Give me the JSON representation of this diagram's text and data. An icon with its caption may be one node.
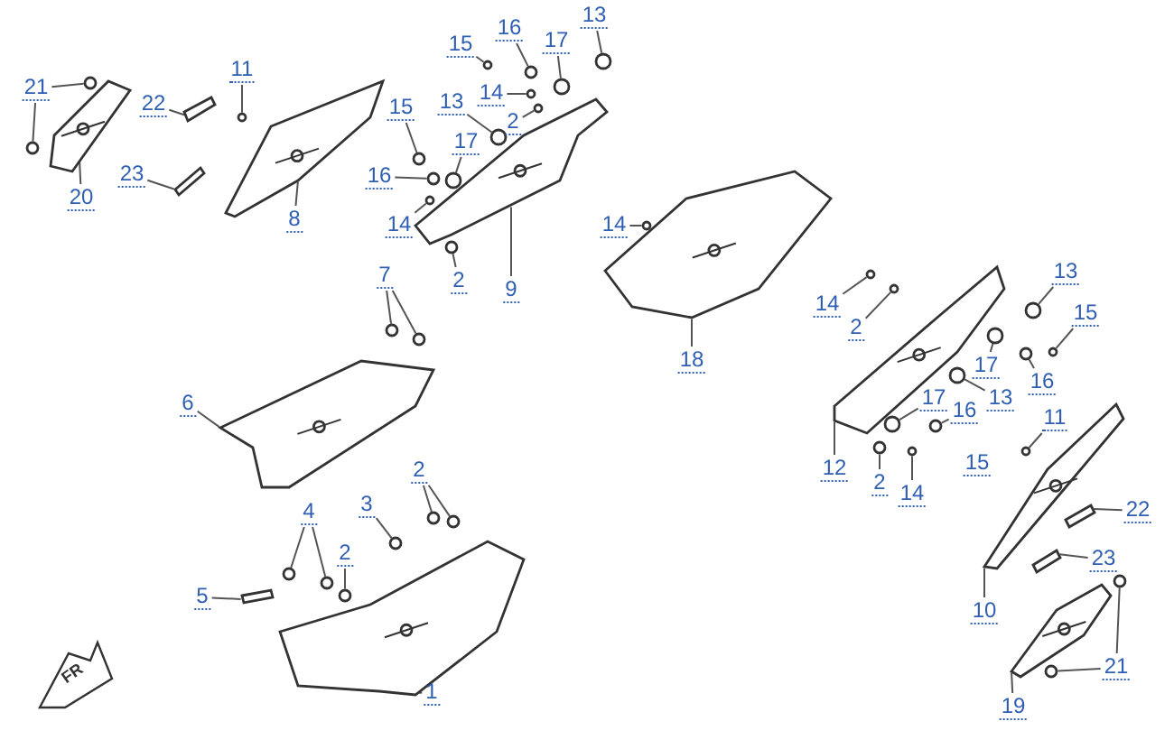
{
  "diagram": {
    "nodes": [
      {
        "text": [
          "21"
        ]
      },
      {
        "text": [
          "22"
        ]
      },
      {
        "text": [
          "11"
        ]
      },
      {
        "text": [
          "20"
        ]
      },
      {
        "text": [
          "23"
        ]
      },
      {
        "text": [
          "8"
        ]
      },
      {
        "text": [
          "15"
        ]
      },
      {
        "text": [
          "16"
        ]
      },
      {
        "text": [
          "17"
        ]
      },
      {
        "text": [
          "13"
        ]
      },
      {
        "text": [
          "14"
        ]
      },
      {
        "text": [
          "2"
        ]
      },
      {
        "text": [
          "15"
        ]
      },
      {
        "text": [
          "13"
        ]
      },
      {
        "text": [
          "17"
        ]
      },
      {
        "text": [
          "16"
        ]
      },
      {
        "text": [
          "14"
        ]
      },
      {
        "text": [
          "2"
        ]
      },
      {
        "text": [
          "9"
        ]
      },
      {
        "text": [
          "14"
        ]
      },
      {
        "text": [
          "18"
        ]
      },
      {
        "text": [
          "7"
        ]
      },
      {
        "text": [
          "13"
        ]
      },
      {
        "text": [
          "15"
        ]
      },
      {
        "text": [
          "14"
        ]
      },
      {
        "text": [
          "2"
        ]
      },
      {
        "text": [
          "17"
        ]
      },
      {
        "text": [
          "16"
        ]
      },
      {
        "text": [
          "17"
        ]
      },
      {
        "text": [
          "13"
        ]
      },
      {
        "text": [
          "16"
        ]
      },
      {
        "text": [
          "12"
        ]
      },
      {
        "text": [
          "2"
        ]
      },
      {
        "text": [
          "14"
        ]
      },
      {
        "text": [
          "11"
        ]
      },
      {
        "text": [
          "6"
        ]
      },
      {
        "text": [
          "4"
        ]
      },
      {
        "text": [
          "3"
        ]
      },
      {
        "text": [
          "2"
        ]
      },
      {
        "text": [
          "2"
        ]
      },
      {
        "text": [
          "5"
        ]
      },
      {
        "text": [
          "22"
        ]
      },
      {
        "text": [
          "23"
        ]
      },
      {
        "text": [
          "10"
        ]
      },
      {
        "text": [
          "21"
        ]
      },
      {
        "text": [
          "1"
        ]
      },
      {
        "text": [
          "19"
        ]
      },
      {
        "text": [],
        "shape": "picture"
      },
      {
        "text": [],
        "shape": "bar"
      },
      {
        "text": [],
        "shape": "bar"
      },
      {
        "text": [],
        "shape": "picture"
      },
      {
        "text": [],
        "shape": "picture"
      },
      {
        "text": [],
        "shape": "picture"
      },
      {
        "text": [],
        "shape": "picture"
      },
      {
        "text": [],
        "shape": "picture"
      },
      {
        "text": [],
        "shape": "picture"
      },
      {
        "text": [],
        "shape": "picture"
      },
      {
        "text": [],
        "shape": "bar"
      },
      {
        "text": [],
        "shape": "bar"
      },
      {
        "text": [],
        "shape": "picture"
      },
      {
        "text": [],
        "shape": "bar"
      },
      {
        "text": [],
        "shape": "circle"
      },
      {
        "text": [],
        "shape": "circle"
      },
      {
        "text": [],
        "shape": "circle"
      },
      {
        "text": [],
        "shape": "circle"
      },
      {
        "text": [],
        "shape": "circle"
      },
      {
        "text": [],
        "shape": "circle"
      },
      {
        "text": [],
        "shape": "circle"
      },
      {
        "text": [],
        "shape": "circle"
      },
      {
        "text": [],
        "shape": "circle"
      },
      {
        "text": [],
        "shape": "circle"
      },
      {
        "text": [],
        "shape": "circle"
      },
      {
        "text": [],
        "shape": "circle"
      },
      {
        "text": [],
        "shape": "circle"
      },
      {
        "text": [],
        "shape": "circle"
      },
      {
        "text": [],
        "shape": "circle"
      },
      {
        "text": [],
        "shape": "circle"
      },
      {
        "text": [],
        "shape": "circle"
      },
      {
        "text": [],
        "shape": "circle"
      },
      {
        "text": [],
        "shape": "circle"
      },
      {
        "text": [],
        "shape": "circle"
      },
      {
        "text": [],
        "shape": "circle"
      },
      {
        "text": [],
        "shape": "circle"
      },
      {
        "text": [],
        "shape": "circle"
      },
      {
        "text": [],
        "shape": "circle"
      },
      {
        "text": [],
        "shape": "circle"
      },
      {
        "text": [],
        "shape": "circle"
      },
      {
        "text": [],
        "shape": "circle"
      },
      {
        "text": [],
        "shape": "circle"
      },
      {
        "text": [],
        "shape": "circle"
      },
      {
        "text": [],
        "shape": "circle"
      },
      {
        "text": [],
        "shape": "circle"
      },
      {
        "text": [],
        "shape": "circle"
      },
      {
        "text": [],
        "shape": "circle"
      },
      {
        "text": [],
        "shape": "circle"
      },
      {
        "text": [],
        "shape": "circle"
      },
      {
        "text": [],
        "shape": "circle"
      },
      {
        "text": [],
        "shape": "circle"
      },
      {
        "text": [],
        "shape": "circle"
      }
    ],
    "edges": [
      {
        "from": 0,
        "to": 61,
        "arrow": "none"
      },
      {
        "from": 0,
        "to": 62,
        "arrow": "none"
      },
      {
        "from": 1,
        "to": 48,
        "arrow": "none"
      },
      {
        "from": 2,
        "to": 63,
        "arrow": "none"
      },
      {
        "from": 3,
        "to": 47,
        "arrow": "none"
      },
      {
        "from": 4,
        "to": 49,
        "arrow": "none"
      },
      {
        "from": 5,
        "to": 50,
        "arrow": "none"
      },
      {
        "from": 6,
        "to": 64,
        "arrow": "none"
      },
      {
        "from": 7,
        "to": 65,
        "arrow": "none"
      },
      {
        "from": 8,
        "to": 66,
        "arrow": "none"
      },
      {
        "from": 9,
        "to": 67,
        "arrow": "none"
      },
      {
        "from": 10,
        "to": 68,
        "arrow": "none"
      },
      {
        "from": 11,
        "to": 69,
        "arrow": "none"
      },
      {
        "from": 12,
        "to": 70,
        "arrow": "none"
      },
      {
        "from": 13,
        "to": 71,
        "arrow": "none"
      },
      {
        "from": 14,
        "to": 72,
        "arrow": "none"
      },
      {
        "from": 15,
        "to": 73,
        "arrow": "none"
      },
      {
        "from": 16,
        "to": 74,
        "arrow": "none"
      },
      {
        "from": 17,
        "to": 75,
        "arrow": "none"
      },
      {
        "from": 18,
        "to": 51,
        "arrow": "none"
      },
      {
        "from": 19,
        "to": 76,
        "arrow": "none"
      },
      {
        "from": 20,
        "to": 52,
        "arrow": "none"
      },
      {
        "from": 21,
        "to": 77,
        "arrow": "none"
      },
      {
        "from": 21,
        "to": 78,
        "arrow": "none"
      },
      {
        "from": 22,
        "to": 79,
        "arrow": "none"
      },
      {
        "from": 23,
        "to": 80,
        "arrow": "none"
      },
      {
        "from": 24,
        "to": 81,
        "arrow": "none"
      },
      {
        "from": 25,
        "to": 82,
        "arrow": "none"
      },
      {
        "from": 26,
        "to": 83,
        "arrow": "none"
      },
      {
        "from": 27,
        "to": 84,
        "arrow": "none"
      },
      {
        "from": 28,
        "to": 85,
        "arrow": "none"
      },
      {
        "from": 29,
        "to": 86,
        "arrow": "none"
      },
      {
        "from": 30,
        "to": 87,
        "arrow": "none"
      },
      {
        "from": 31,
        "to": 55,
        "arrow": "none"
      },
      {
        "from": 32,
        "to": 88,
        "arrow": "none"
      },
      {
        "from": 33,
        "to": 89,
        "arrow": "none"
      },
      {
        "from": 34,
        "to": 90,
        "arrow": "none"
      },
      {
        "from": 35,
        "to": 53,
        "arrow": "none"
      },
      {
        "from": 36,
        "to": 91,
        "arrow": "none"
      },
      {
        "from": 36,
        "to": 92,
        "arrow": "none"
      },
      {
        "from": 37,
        "to": 93,
        "arrow": "none"
      },
      {
        "from": 38,
        "to": 94,
        "arrow": "none"
      },
      {
        "from": 39,
        "to": 95,
        "arrow": "none"
      },
      {
        "from": 39,
        "to": 96,
        "arrow": "none"
      },
      {
        "from": 40,
        "to": 60,
        "arrow": "none"
      },
      {
        "from": 41,
        "to": 57,
        "arrow": "none"
      },
      {
        "from": 42,
        "to": 58,
        "arrow": "none"
      },
      {
        "from": 43,
        "to": 56,
        "arrow": "none"
      },
      {
        "from": 44,
        "to": 97,
        "arrow": "none"
      },
      {
        "from": 44,
        "to": 98,
        "arrow": "none"
      },
      {
        "from": 45,
        "to": 54,
        "arrow": "none"
      },
      {
        "from": 46,
        "to": 59,
        "arrow": "none"
      }
    ],
    "labels": [
      "15",
      "FR"
    ]
  }
}
